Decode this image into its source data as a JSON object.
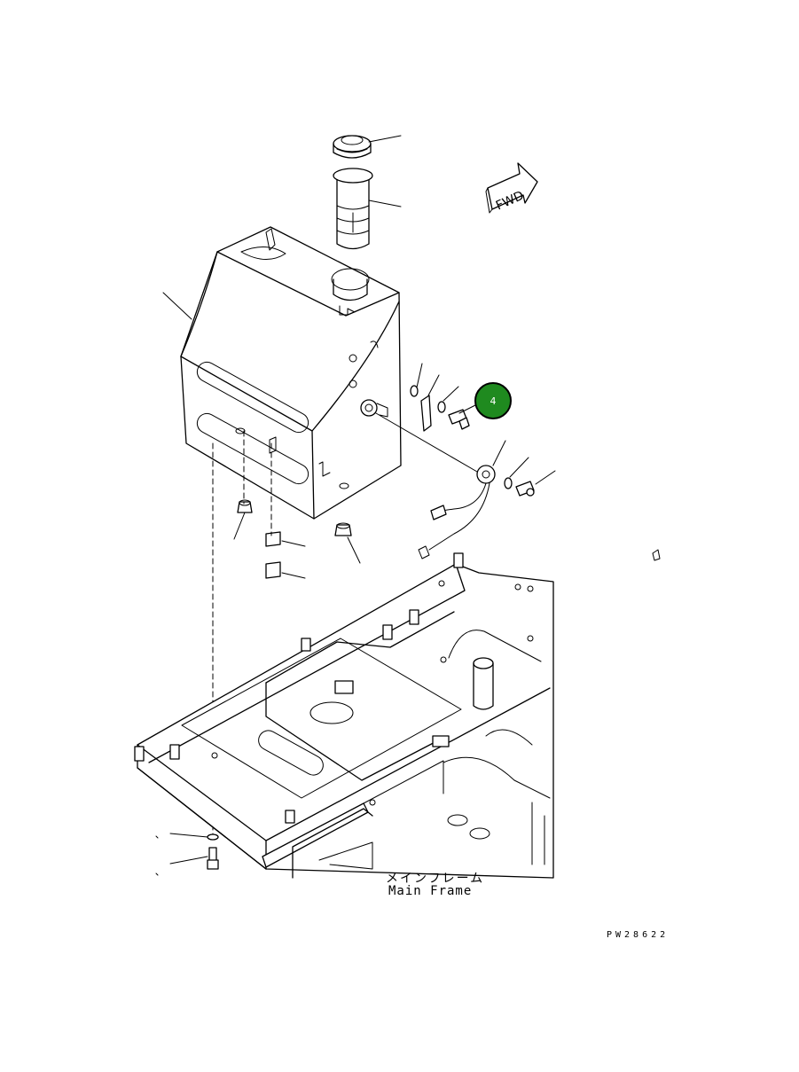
{
  "diagram": {
    "fwd_label": "FWD",
    "callouts": [
      {
        "number": "4",
        "color": "#1f8a1f"
      }
    ],
    "frame_label_jp": "メインフレーム",
    "frame_label_en": "Main Frame",
    "drawing_code": "PW28622"
  }
}
